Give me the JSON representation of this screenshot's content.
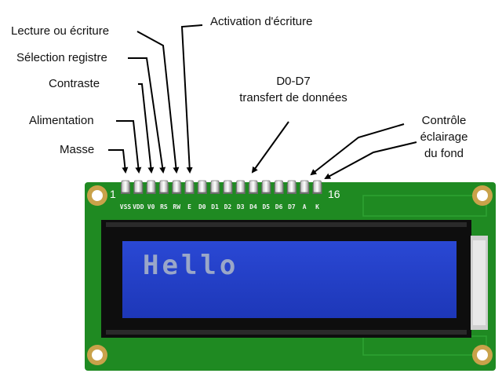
{
  "labels": {
    "rw": "Lecture ou écriture",
    "enable": "Activation d'écriture",
    "rs": "Sélection registre",
    "contrast": "Contraste",
    "power": "Alimentation",
    "ground": "Masse",
    "data_line1": "D0-D7",
    "data_line2": "transfert de données",
    "backlight_line1": "Contrôle",
    "backlight_line2": "éclairage",
    "backlight_line3": "du fond"
  },
  "pins": {
    "first": "1",
    "last": "16",
    "names": [
      "VSS",
      "VDD",
      "V0",
      "RS",
      "RW",
      "E",
      "D0",
      "D1",
      "D2",
      "D3",
      "D4",
      "D5",
      "D6",
      "D7",
      "A",
      "K"
    ]
  },
  "display": {
    "text": "Hello"
  },
  "colors": {
    "pcb": "#1f8a22",
    "lcd": "#2341c8",
    "bezel": "#0e0e0e"
  }
}
